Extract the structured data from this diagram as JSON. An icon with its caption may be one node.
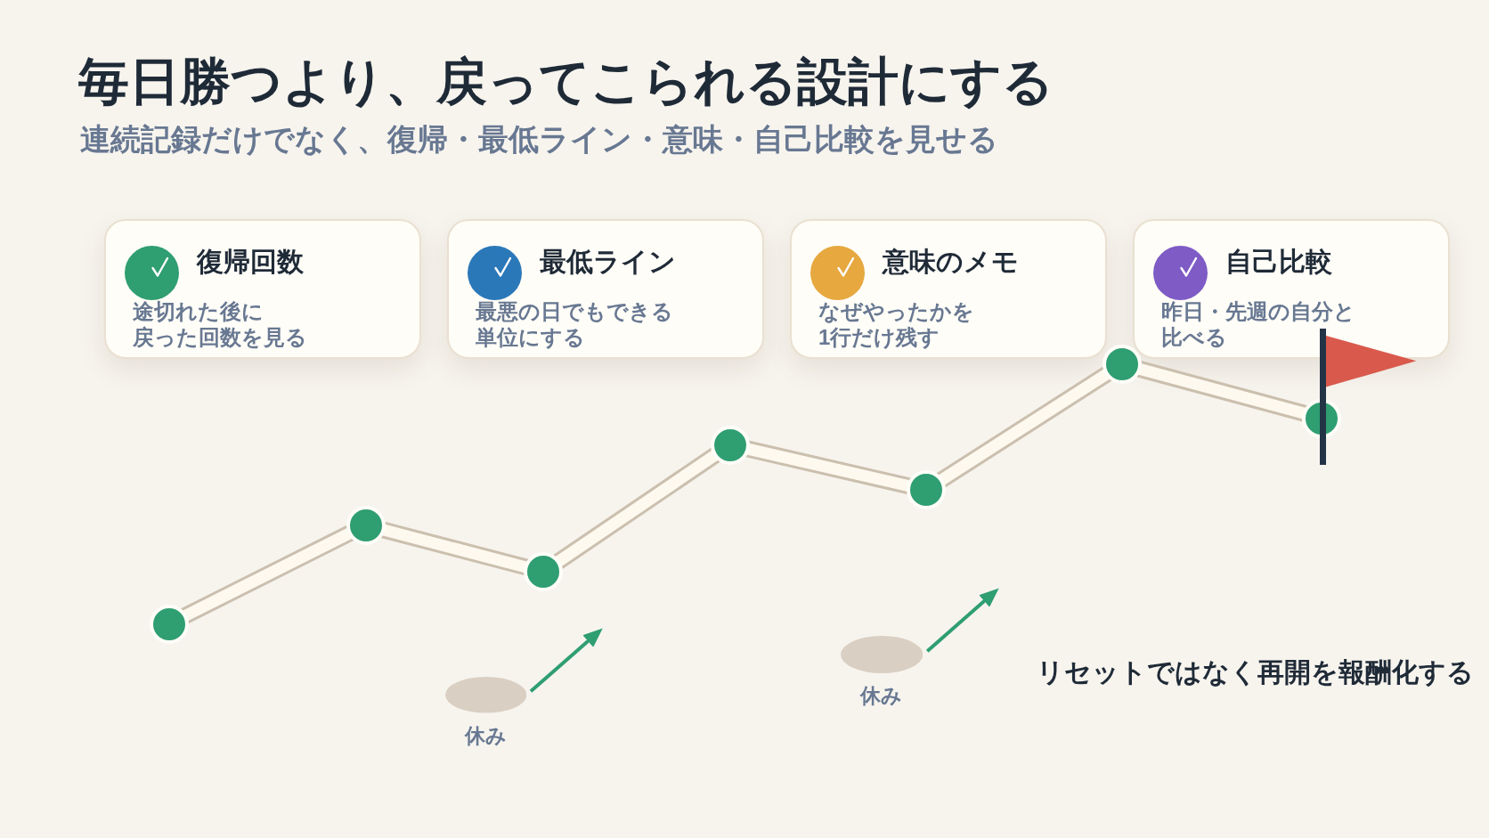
{
  "diagram": {
    "title": "毎日勝つより、戻ってこられる設計にする",
    "nodes": [
      {
        "text": [
          "復帰回数",
          "途切れた後に戻った回数を見る"
        ]
      },
      {
        "text": [
          "最低ライン",
          "最悪の日でもできる単位にする"
        ]
      },
      {
        "text": [
          "意味のメモ",
          "なぜやったかを1行だけ残す"
        ]
      },
      {
        "text": [
          "自己比較",
          "昨日・先週の自分と比べる"
        ]
      },
      {
        "text": [],
        "shape": "circle"
      },
      {
        "text": [],
        "shape": "circle"
      },
      {
        "text": [],
        "shape": "circle"
      },
      {
        "text": [],
        "shape": "circle"
      },
      {
        "text": [],
        "shape": "circle"
      },
      {
        "text": [],
        "shape": "circle"
      },
      {
        "text": [],
        "shape": "circle"
      },
      {
        "text": [
          "休み"
        ]
      },
      {
        "text": [
          "休み"
        ]
      }
    ],
    "edges": [
      {
        "from": 4,
        "to": 5,
        "arrow": "none"
      },
      {
        "from": 5,
        "to": 6,
        "arrow": "none"
      },
      {
        "from": 6,
        "to": 7,
        "arrow": "none"
      },
      {
        "from": 7,
        "to": 8,
        "arrow": "none"
      },
      {
        "from": 8,
        "to": 9,
        "arrow": "none"
      },
      {
        "from": 9,
        "to": 10,
        "arrow": "none"
      },
      {
        "from": 11,
        "to": null,
        "arrow": "to",
        "color": "#2f9e70"
      },
      {
        "from": 12,
        "to": null,
        "arrow": "to",
        "color": "#2f9e70"
      }
    ],
    "labels": [
      "連続記録だけでなく、復帰・最低ライン・意味・自己比較を見せる",
      "リセットではなく再開を報酬化する"
    ]
  }
}
